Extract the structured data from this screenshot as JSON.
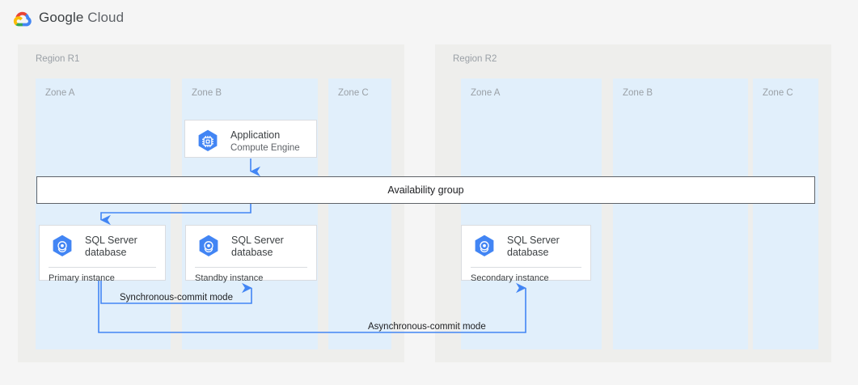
{
  "header": {
    "logo_icon": "google-cloud-logo",
    "brand_primary": "Google",
    "brand_secondary": "Cloud"
  },
  "colors": {
    "page_background": "#f5f5f5",
    "region_background": "#eeeeec",
    "zone_background": "#e1effb",
    "card_background": "#ffffff",
    "card_border": "#dadce0",
    "connector_blue": "#4285f4",
    "availability_border": "#5f6368",
    "icon_blue": "#4285f4",
    "label_gray": "#9aa0a6",
    "text_dark": "#3c4043"
  },
  "regions": [
    {
      "id": "r1",
      "label": "Region R1",
      "zones": [
        {
          "id": "r1-zone-a",
          "label": "Zone A"
        },
        {
          "id": "r1-zone-b",
          "label": "Zone B"
        },
        {
          "id": "r1-zone-c",
          "label": "Zone C"
        }
      ]
    },
    {
      "id": "r2",
      "label": "Region R2",
      "zones": [
        {
          "id": "r2-zone-a",
          "label": "Zone A"
        },
        {
          "id": "r2-zone-b",
          "label": "Zone B"
        },
        {
          "id": "r2-zone-c",
          "label": "Zone C"
        }
      ]
    }
  ],
  "cards": {
    "application": {
      "icon": "compute-engine-icon",
      "title": "Application",
      "subtitle": "Compute Engine"
    },
    "primary": {
      "icon": "sql-server-database-icon",
      "title_line1": "SQL Server",
      "title_line2": "database",
      "footer": "Primary instance"
    },
    "standby": {
      "icon": "sql-server-database-icon",
      "title_line1": "SQL Server",
      "title_line2": "database",
      "footer": "Standby instance"
    },
    "secondary": {
      "icon": "sql-server-database-icon",
      "title_line1": "SQL Server",
      "title_line2": "database",
      "footer": "Secondary instance"
    }
  },
  "availability_group": {
    "label": "Availability group"
  },
  "connectors": {
    "sync_label": "Synchronous-commit mode",
    "async_label": "Asynchronous-commit mode"
  }
}
